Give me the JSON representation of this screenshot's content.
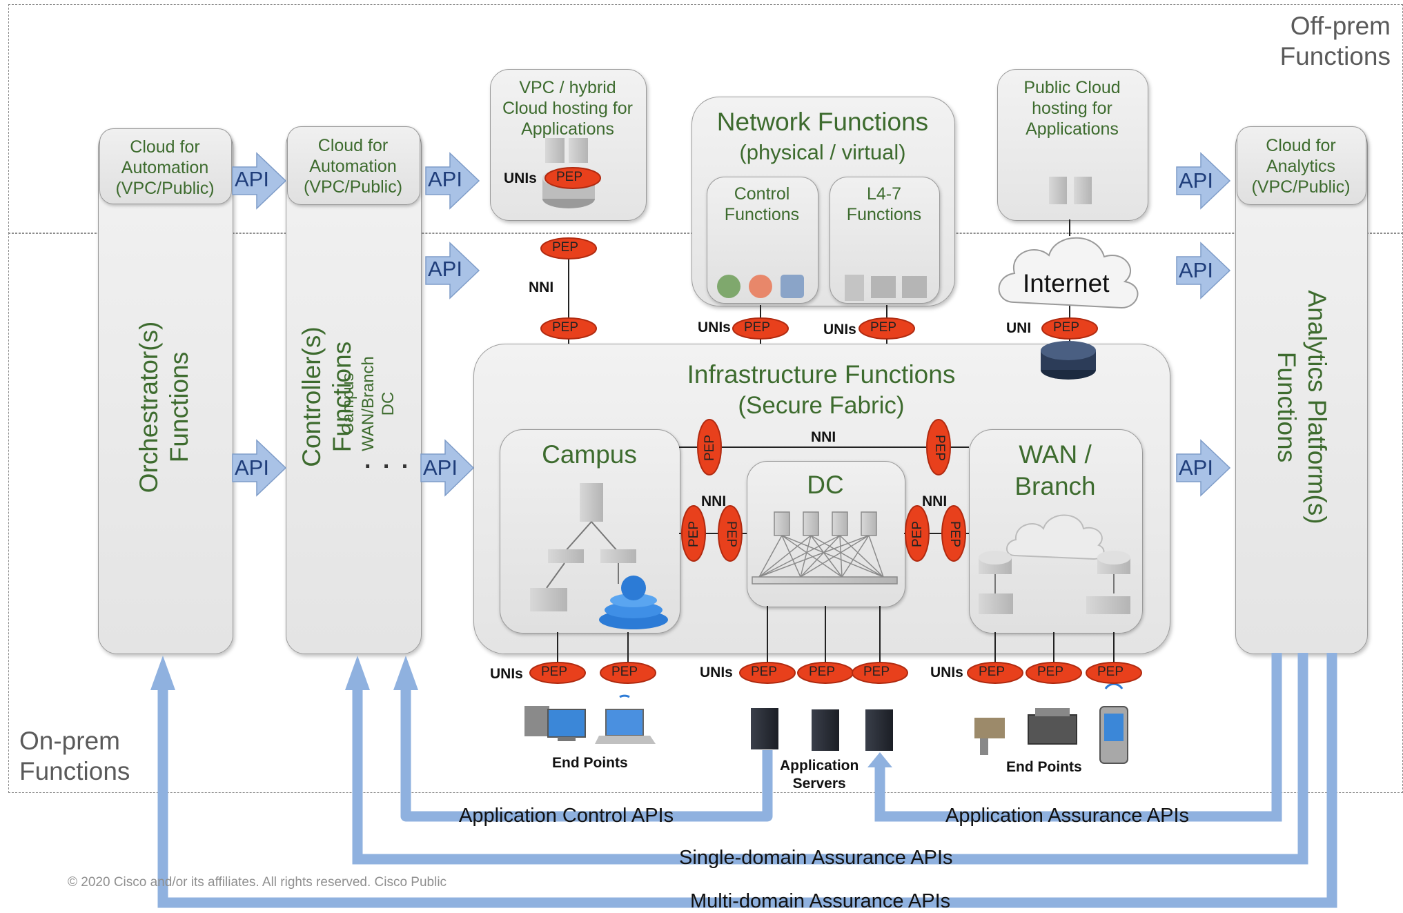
{
  "zones": {
    "off_prem": "Off-prem\nFunctions",
    "on_prem": "On-prem\nFunctions"
  },
  "panels": {
    "orchestrator": {
      "title": "Orchestrator(s)\nFunctions",
      "cloud": "Cloud for\nAutomation\n(VPC/Public)"
    },
    "controller": {
      "title": "Controller(s)\nFunctions",
      "sub": "Campus\nWAN/Branch\nDC",
      "dots": ". . .",
      "cloud": "Cloud for\nAutomation\n(VPC/Public)"
    },
    "analytics": {
      "title": "Analytics Platform(s)\nFunctions",
      "cloud": "Cloud for\nAnalytics\n(VPC/Public)"
    },
    "vpc": "VPC / hybrid\nCloud hosting for\nApplications",
    "network_functions": {
      "title": "Network Functions",
      "subtitle": "(physical / virtual)",
      "control": "Control\nFunctions",
      "l47": "L4-7\nFunctions"
    },
    "public_cloud": "Public Cloud\nhosting for\nApplications",
    "internet": "Internet",
    "infrastructure": {
      "title": "Infrastructure Functions",
      "subtitle": "(Secure Fabric)"
    },
    "campus": "Campus",
    "dc": "DC",
    "wan": "WAN /\nBranch"
  },
  "labels": {
    "api": "API",
    "pep": "PEP",
    "nni": "NNI",
    "unis": "UNIs",
    "uni": "UNI",
    "end_points": "End Points",
    "app_servers": "Application\nServers"
  },
  "bands": {
    "app_control": "Application  Control APIs",
    "app_assurance": "Application  Assurance APIs",
    "single_domain": "Single-domain  Assurance APIs",
    "multi_domain": "Multi-domain  Assurance APIs"
  },
  "copyright": "© 2020  Cisco  and/or its affiliates.  All rights  reserved.    Cisco  Public",
  "colors": {
    "pep_fill": "#e8401c",
    "api_arrow": "#a9c2e6",
    "band": "#8fb1df",
    "panel_text": "#3d6b2e"
  }
}
